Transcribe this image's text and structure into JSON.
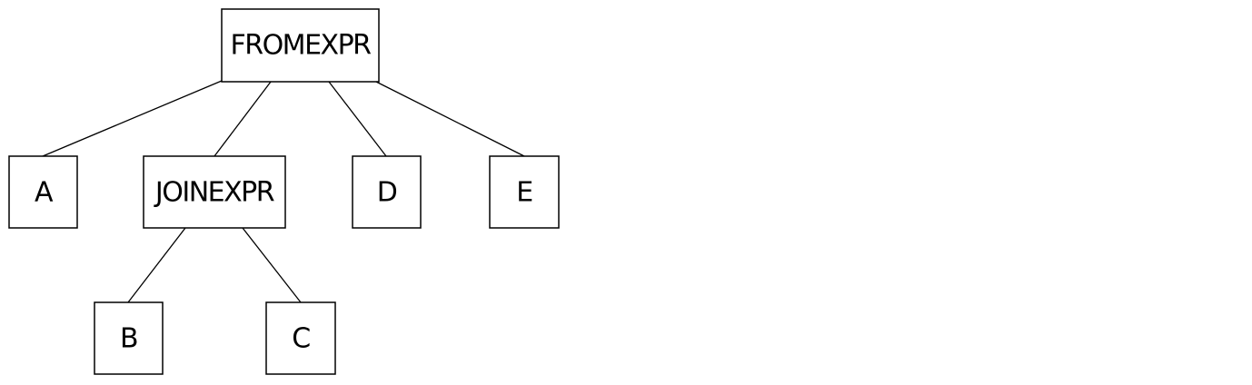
{
  "tree": {
    "root": {
      "id": "fromexpr",
      "label": "FROMEXPR"
    },
    "level1": [
      {
        "id": "a",
        "label": "A"
      },
      {
        "id": "joinexpr",
        "label": "JOINEXPR"
      },
      {
        "id": "d",
        "label": "D"
      },
      {
        "id": "e",
        "label": "E"
      }
    ],
    "level2": [
      {
        "id": "b",
        "label": "B"
      },
      {
        "id": "c",
        "label": "C"
      }
    ],
    "edges": [
      [
        "fromexpr",
        "a"
      ],
      [
        "fromexpr",
        "joinexpr"
      ],
      [
        "fromexpr",
        "d"
      ],
      [
        "fromexpr",
        "e"
      ],
      [
        "joinexpr",
        "b"
      ],
      [
        "joinexpr",
        "c"
      ]
    ]
  }
}
